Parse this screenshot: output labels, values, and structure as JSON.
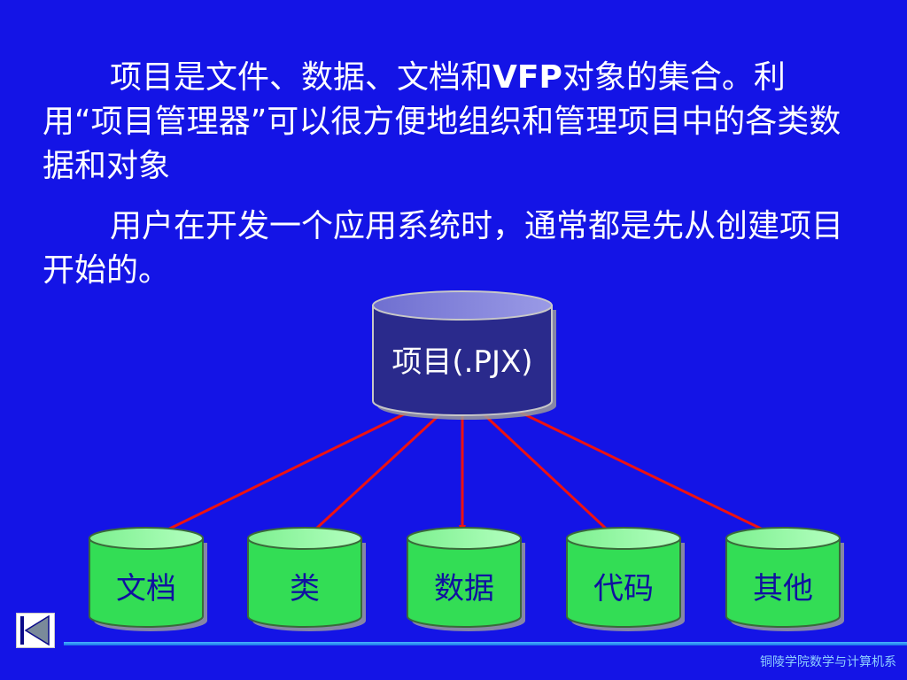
{
  "paragraphs": {
    "p1_part1": "项目是文件、数据、文档和",
    "p1_vfp": "VFP",
    "p1_part2": "对象的集合。利用“项目管理器”可以很方便地组织和管理项目中的各类数据和对象",
    "p2": "用户在开发一个应用系统时，通常都是先从创建项目开始的。"
  },
  "diagram": {
    "root": {
      "label": "项目(.PJX)"
    },
    "children": [
      {
        "label": "文档"
      },
      {
        "label": "类"
      },
      {
        "label": "数据"
      },
      {
        "label": "代码"
      },
      {
        "label": "其他"
      }
    ]
  },
  "colors": {
    "background": "#1414e6",
    "root_fill": "#2a2a8c",
    "child_fill": "#33dd55",
    "arrow": "#ee1111"
  },
  "navigation": {
    "icon": "first-slide-icon"
  },
  "footer": {
    "text": "铜陵学院数学与计算机系"
  }
}
